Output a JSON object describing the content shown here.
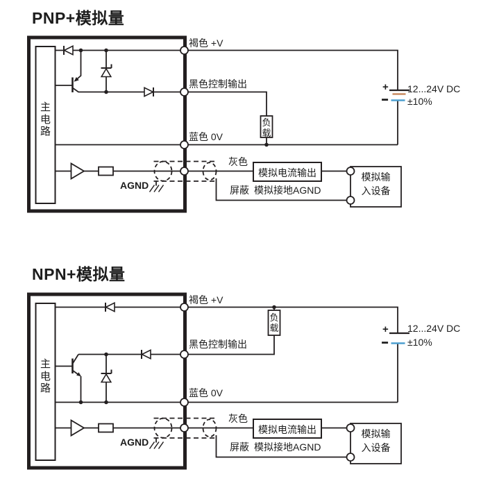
{
  "colors": {
    "line": "#231f20",
    "text": "#1d1d1d",
    "battery_positive_brown": "#c98c62",
    "battery_negative_blue": "#4d9fd0"
  },
  "diagrams": [
    {
      "id": "pnp",
      "title": "PNP+模拟量",
      "main_circuit": "主电路",
      "load": "负载",
      "agnd": "AGND",
      "wires": {
        "brown": "褐色 +V",
        "black": "黑色控制输出",
        "blue": "蓝色 0V",
        "gray": "灰色",
        "shield": "屏蔽"
      },
      "analog_current_output": "模拟电流输出",
      "analog_ground": "模拟接地AGND",
      "input_device_lines": [
        "模拟输",
        "入设备"
      ],
      "power": {
        "plus": "+",
        "minus": "−",
        "voltage": "12...24V DC",
        "tolerance": "±10%"
      }
    },
    {
      "id": "npn",
      "title": "NPN+模拟量",
      "main_circuit": "主电路",
      "load": "负载",
      "agnd": "AGND",
      "wires": {
        "brown": "褐色 +V",
        "black": "黑色控制输出",
        "blue": "蓝色 0V",
        "gray": "灰色",
        "shield": "屏蔽"
      },
      "analog_current_output": "模拟电流输出",
      "analog_ground": "模拟接地AGND",
      "input_device_lines": [
        "模拟输",
        "入设备"
      ],
      "power": {
        "plus": "+",
        "minus": "−",
        "voltage": "12...24V DC",
        "tolerance": "±10%"
      }
    }
  ]
}
